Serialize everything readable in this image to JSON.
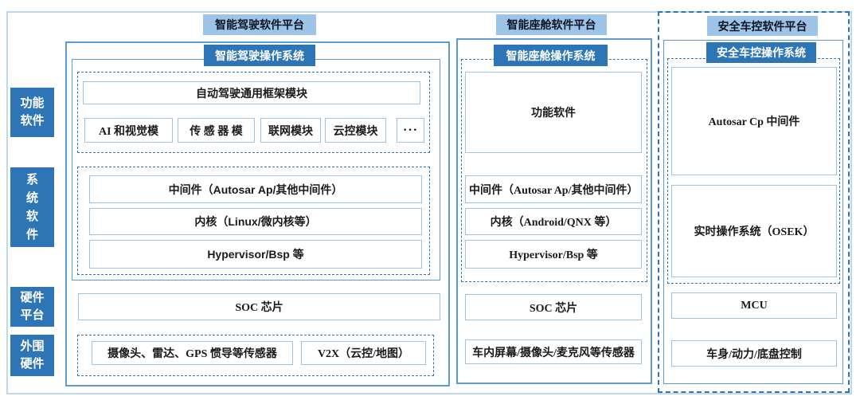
{
  "colors": {
    "dark_blue": "#2E75B6",
    "light_blue_header": "#9DC3E6",
    "frame_blue": "#5B9BD5",
    "outer_frame": "#BDD7EE",
    "content_box_border": "#9DC3E6",
    "text": "#1a1a1a"
  },
  "row_labels": [
    {
      "label": "功能软件",
      "lines": [
        "功能",
        "软件"
      ]
    },
    {
      "label": "系统软件",
      "lines": [
        "系",
        "统",
        "软",
        "件"
      ]
    },
    {
      "label": "硬件平台",
      "lines": [
        "硬件",
        "平台"
      ]
    },
    {
      "label": "外围硬件",
      "lines": [
        "外围",
        "硬件"
      ]
    }
  ],
  "columns": {
    "driving": {
      "platform_title": "智能驾驶软件平台",
      "os_title": "智能驾驶操作系统",
      "framework": "自动驾驶通用框架模块",
      "modules": [
        "AI 和视觉模",
        "传 感 器 模",
        "联网模块",
        "云控模块",
        "···"
      ],
      "middleware": "中间件（Autosar Ap/其他中间件）",
      "kernel": "内核（Linux/微内核等）",
      "hypervisor": "Hypervisor/Bsp 等",
      "soc": "SOC 芯片",
      "sensors": "摄像头、雷达、GPS 惯导等传感器",
      "v2x": "V2X（云控/地图）"
    },
    "cockpit": {
      "platform_title": "智能座舱软件平台",
      "os_title": "智能座舱操作系统",
      "functional": "功能软件",
      "middleware": "中间件（Autosar Ap/其他中间件）",
      "kernel": "内核（Android/QNX 等）",
      "hypervisor": "Hypervisor/Bsp 等",
      "soc": "SOC 芯片",
      "sensors": "车内屏幕/摄像头/麦克风等传感器"
    },
    "safety": {
      "platform_title": "安全车控软件平台",
      "os_title": "安全车控操作系统",
      "middleware": "Autosar Cp 中间件",
      "rtos": "实时操作系统（OSEK）",
      "mcu": "MCU",
      "control": "车身/动力/底盘控制"
    }
  }
}
